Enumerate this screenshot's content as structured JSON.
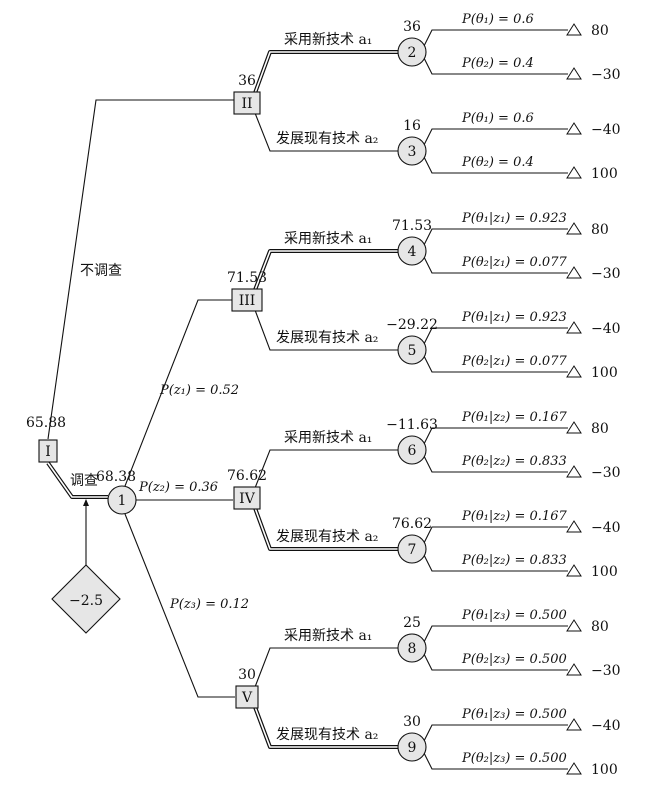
{
  "root": {
    "label": "I",
    "value": "65.88"
  },
  "survey_cost": "−2.5",
  "branches": {
    "no_survey": "不调查",
    "survey": "调查"
  },
  "survey_chance": {
    "label": "1",
    "value": "68.38"
  },
  "signals": [
    {
      "prob": "P(z₁) = 0.52"
    },
    {
      "prob": "P(z₂) = 0.36"
    },
    {
      "prob": "P(z₃) = 0.12"
    }
  ],
  "decisions": [
    {
      "label": "II",
      "value": "36",
      "actions": [
        {
          "name": "采用新技术 a₁",
          "node": "2",
          "value": "36",
          "outcomes": [
            {
              "prob": "P(θ₁) = 0.6",
              "payoff": "80"
            },
            {
              "prob": "P(θ₂) = 0.4",
              "payoff": "−30"
            }
          ]
        },
        {
          "name": "发展现有技术 a₂",
          "node": "3",
          "value": "16",
          "outcomes": [
            {
              "prob": "P(θ₁) = 0.6",
              "payoff": "−40"
            },
            {
              "prob": "P(θ₂) = 0.4",
              "payoff": "100"
            }
          ]
        }
      ]
    },
    {
      "label": "III",
      "value": "71.53",
      "actions": [
        {
          "name": "采用新技术 a₁",
          "node": "4",
          "value": "71.53",
          "outcomes": [
            {
              "prob": "P(θ₁|z₁) = 0.923",
              "payoff": "80"
            },
            {
              "prob": "P(θ₂|z₁) = 0.077",
              "payoff": "−30"
            }
          ]
        },
        {
          "name": "发展现有技术 a₂",
          "node": "5",
          "value": "−29.22",
          "outcomes": [
            {
              "prob": "P(θ₁|z₁) = 0.923",
              "payoff": "−40"
            },
            {
              "prob": "P(θ₂|z₁) = 0.077",
              "payoff": "100"
            }
          ]
        }
      ]
    },
    {
      "label": "IV",
      "value": "76.62",
      "actions": [
        {
          "name": "采用新技术 a₁",
          "node": "6",
          "value": "−11.63",
          "outcomes": [
            {
              "prob": "P(θ₁|z₂) = 0.167",
              "payoff": "80"
            },
            {
              "prob": "P(θ₂|z₂) = 0.833",
              "payoff": "−30"
            }
          ]
        },
        {
          "name": "发展现有技术 a₂",
          "node": "7",
          "value": "76.62",
          "outcomes": [
            {
              "prob": "P(θ₁|z₂) = 0.167",
              "payoff": "−40"
            },
            {
              "prob": "P(θ₂|z₂) = 0.833",
              "payoff": "100"
            }
          ]
        }
      ]
    },
    {
      "label": "V",
      "value": "30",
      "actions": [
        {
          "name": "采用新技术 a₁",
          "node": "8",
          "value": "25",
          "outcomes": [
            {
              "prob": "P(θ₁|z₃) = 0.500",
              "payoff": "80"
            },
            {
              "prob": "P(θ₂|z₃) = 0.500",
              "payoff": "−30"
            }
          ]
        },
        {
          "name": "发展现有技术 a₂",
          "node": "9",
          "value": "30",
          "outcomes": [
            {
              "prob": "P(θ₁|z₃) = 0.500",
              "payoff": "−40"
            },
            {
              "prob": "P(θ₂|z₃) = 0.500",
              "payoff": "100"
            }
          ]
        }
      ]
    }
  ]
}
